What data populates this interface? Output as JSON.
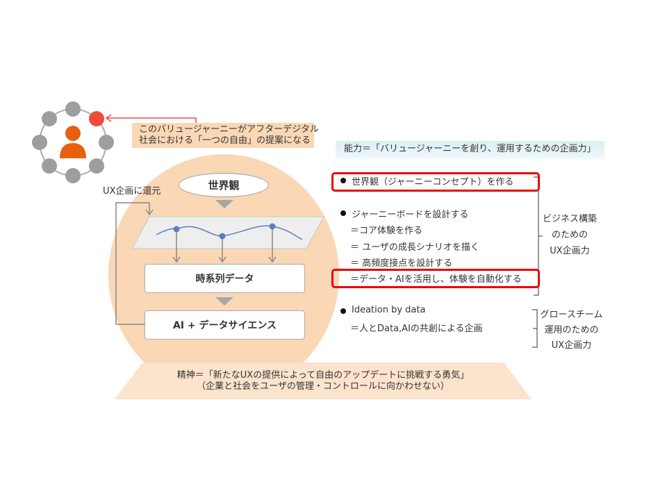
{
  "callout": {
    "line1": "このバリュージャーニーがアフターデジタル",
    "line2": "社会における「一つの自由」の提案になる"
  },
  "diagram": {
    "worldview": "世界観",
    "timeseries": "時系列データ",
    "ai": "AI + データサイエンス",
    "feedback": "UX企画に還元"
  },
  "ability": "能力＝「バリュージャーニーを創り、運用するための企画力」",
  "items": {
    "b1": "世界観（ジャーニーコンセプト）を作る",
    "b2": "ジャーニーボードを設計する",
    "b2a": "＝コア体験を作る",
    "b2b": "＝ ユーザの成長シナリオを描く",
    "b2c": "＝ 高頻度接点を設計する",
    "b2d": "＝データ・AIを活用し、体験を自動化する",
    "b3": "Ideation by data",
    "b3a": "＝人とData,AIの共創による企画"
  },
  "groups": {
    "g1": [
      "ビジネス構築",
      "のための",
      "UX企画力"
    ],
    "g2": [
      "グロースチーム",
      "運用のための",
      "UX企画力"
    ]
  },
  "spirit": {
    "line1": "精神＝「新たなUXの提供によって自由のアップデートに挑戦する勇気」",
    "line2": "（企業と社会をユーザの管理・コントロールに向かわせない）"
  },
  "colors": {
    "orange": "#e8600f",
    "peach": "#fad7b5",
    "red": "#e8000b",
    "grey": "#9e9e9e"
  }
}
